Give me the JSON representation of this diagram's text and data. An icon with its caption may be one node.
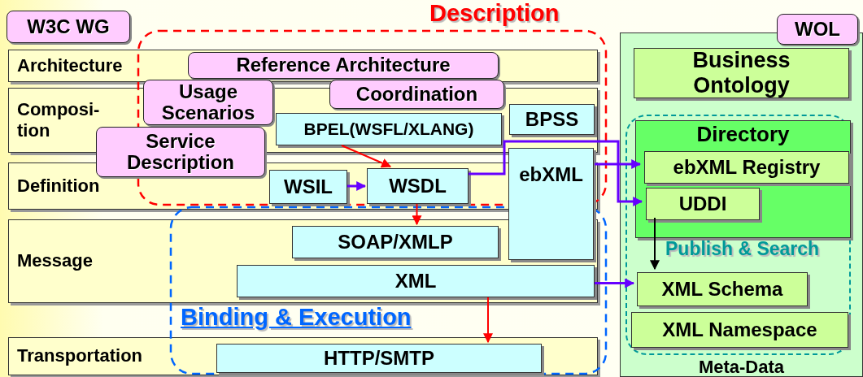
{
  "diagram": {
    "nodes": [
      {
        "text": [
          "W3C WG"
        ]
      },
      {
        "text": [
          "WOL"
        ]
      },
      {
        "text": [
          "Meta-Data"
        ]
      },
      {
        "text": [
          "Architecture"
        ]
      },
      {
        "text": [
          "Reference Architecture"
        ],
        "in": 3
      },
      {
        "text": [
          "Business Ontology"
        ],
        "in": 2
      },
      {
        "text": [
          "Composi- tion"
        ]
      },
      {
        "text": [
          "Usage Scenarios"
        ]
      },
      {
        "text": [
          "Coordination"
        ]
      },
      {
        "text": [
          "BPEL(WSFL/XLANG)"
        ],
        "in": 6
      },
      {
        "text": [
          "BPSS"
        ],
        "in": 6
      },
      {
        "text": [
          "Publish & Search"
        ],
        "in": 2
      },
      {
        "text": [
          "Directory"
        ],
        "in": 11
      },
      {
        "text": [
          "Service Description"
        ]
      },
      {
        "text": [
          "Definition"
        ]
      },
      {
        "text": [
          "WSIL"
        ],
        "in": 14
      },
      {
        "text": [
          "WSDL"
        ],
        "in": 14
      },
      {
        "text": [
          "ebXML"
        ]
      },
      {
        "text": [
          "ebXML Registry"
        ],
        "in": 12
      },
      {
        "text": [
          "UDDI"
        ],
        "in": 12
      },
      {
        "text": [
          "Message"
        ]
      },
      {
        "text": [
          "SOAP/XMLP"
        ],
        "in": 20
      },
      {
        "text": [
          "XML"
        ],
        "in": 20
      },
      {
        "text": [
          "XML Schema"
        ],
        "in": 11
      },
      {
        "text": [
          "XML Namespace"
        ],
        "in": 11
      },
      {
        "text": [
          "Transportation"
        ]
      },
      {
        "text": [
          "HTTP/SMTP"
        ],
        "in": 25
      }
    ],
    "edges": [
      {
        "from": 9,
        "to": 16,
        "arrow": "to",
        "color": "#ff0000"
      },
      {
        "from": 15,
        "to": 16,
        "arrow": "to"
      },
      {
        "from": 17,
        "to": 18,
        "arrow": "to"
      },
      {
        "from": 16,
        "to": 19,
        "arrow": "to"
      },
      {
        "from": 16,
        "to": 21,
        "arrow": "to",
        "color": "#ff0000"
      },
      {
        "from": 19,
        "to": 23,
        "arrow": "to",
        "color": "#000000"
      },
      {
        "from": 22,
        "to": 23,
        "arrow": "to"
      },
      {
        "from": 22,
        "to": 26,
        "arrow": "to",
        "color": "#ff0000"
      }
    ],
    "labels": [
      "Description",
      "Binding & Execution"
    ]
  }
}
